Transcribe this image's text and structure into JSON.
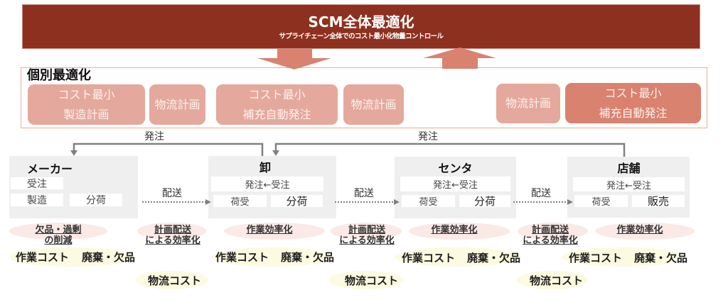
{
  "header": {
    "title": "SCM全体最適化",
    "subtitle": "サプライチェーン全体でのコスト最小化物量コントロール"
  },
  "individual_optimization": {
    "title": "個別最適化",
    "boxes": [
      {
        "lines": [
          "コスト最小",
          "製造計画"
        ]
      },
      {
        "lines": [
          "物流計画"
        ]
      },
      {
        "lines": [
          "コスト最小",
          "補充自動発注"
        ]
      },
      {
        "lines": [
          "物流計画"
        ]
      },
      {
        "lines": [
          "物流計画"
        ]
      },
      {
        "lines": [
          "コスト最小",
          "補充自動発注"
        ],
        "highlighted": true
      }
    ]
  },
  "top_arrows": [
    {
      "icon": "down-arrow-icon",
      "direction": "down"
    },
    {
      "icon": "up-arrow-icon",
      "direction": "up"
    }
  ],
  "order_flows": [
    {
      "label": "発注",
      "from": "卸",
      "to": "メーカー"
    },
    {
      "label": "発注",
      "from": "店舗",
      "to": "卸"
    }
  ],
  "nodes": [
    {
      "title": "メーカー",
      "cells": [
        "受注",
        "製造",
        "分荷"
      ]
    },
    {
      "title": "卸",
      "cells": [
        "発注←受注",
        "荷受",
        "分荷"
      ]
    },
    {
      "title": "センタ",
      "cells": [
        "発注←受注",
        "荷受",
        "分荷"
      ]
    },
    {
      "title": "店舗",
      "cells": [
        "発注←受注",
        "荷受",
        "販売"
      ]
    }
  ],
  "deliveries": [
    {
      "label": "配送",
      "from": "メーカー",
      "to": "卸"
    },
    {
      "label": "配送",
      "from": "卸",
      "to": "センタ"
    },
    {
      "label": "配送",
      "from": "センタ",
      "to": "店舗"
    }
  ],
  "node_effects": [
    {
      "lines": [
        "欠品・過剰",
        "の削減"
      ]
    },
    {
      "lines": [
        "作業効率化"
      ]
    },
    {
      "lines": [
        "作業効率化"
      ]
    },
    {
      "lines": [
        "作業効率化"
      ]
    }
  ],
  "delivery_effects": [
    {
      "lines": [
        "計画配送",
        "による効率化"
      ]
    },
    {
      "lines": [
        "計画配送",
        "による効率化"
      ]
    },
    {
      "lines": [
        "計画配送",
        "による効率化"
      ]
    }
  ],
  "node_costs": [
    {
      "items": [
        "作業コスト",
        "廃棄・欠品"
      ]
    },
    {
      "items": [
        "作業コスト",
        "廃棄・欠品"
      ]
    },
    {
      "items": [
        "作業コスト",
        "廃棄・欠品"
      ]
    },
    {
      "items": [
        "作業コスト",
        "廃棄・欠品"
      ]
    }
  ],
  "delivery_costs": [
    {
      "label": "物流コスト"
    },
    {
      "label": "物流コスト"
    },
    {
      "label": "物流コスト"
    }
  ],
  "colors": {
    "header": "#8e3020",
    "panel_box": "#e4a99c",
    "panel_box_highlight": "#d9826f",
    "arrow": "#d9826f",
    "node_bg": "#efefef",
    "effect_bg": "#f9e5e1",
    "cost_bg": "#fcfae0",
    "connector": "#808080"
  }
}
